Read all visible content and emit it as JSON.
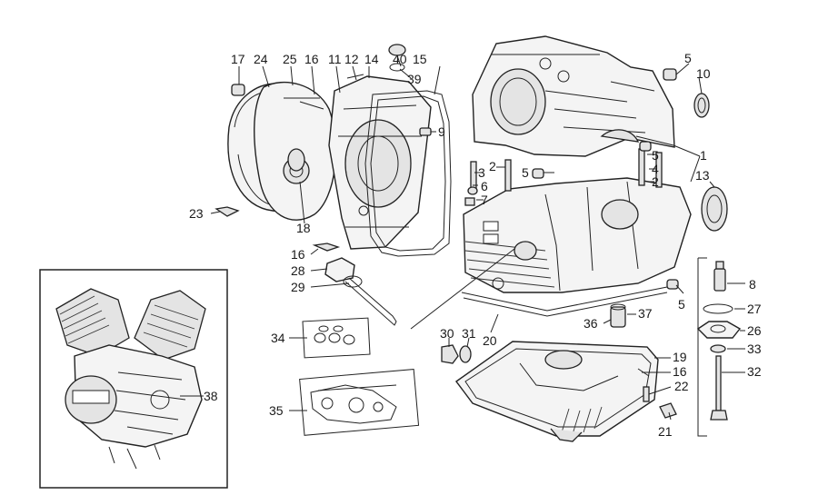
{
  "diagram": {
    "callouts": {
      "c1": "1",
      "c2a": "2",
      "c2b": "2",
      "c3": "3",
      "c4": "4",
      "c5a": "5",
      "c5b": "5",
      "c5c": "5",
      "c5d": "5",
      "c6": "6",
      "c7": "7",
      "c8": "8",
      "c9": "9",
      "c10": "10",
      "c11": "11",
      "c12": "12",
      "c13": "13",
      "c14": "14",
      "c15": "15",
      "c16a": "16",
      "c16b": "16",
      "c16c": "16",
      "c17": "17",
      "c18": "18",
      "c19": "19",
      "c20": "20",
      "c21": "21",
      "c22": "22",
      "c23": "23",
      "c24": "24",
      "c25": "25",
      "c26": "26",
      "c27": "27",
      "c28": "28",
      "c29": "29",
      "c30": "30",
      "c31": "31",
      "c32": "32",
      "c33": "33",
      "c34": "34",
      "c35": "35",
      "c36": "36",
      "c37": "37",
      "c38": "38",
      "c39": "39",
      "c40": "40"
    }
  }
}
